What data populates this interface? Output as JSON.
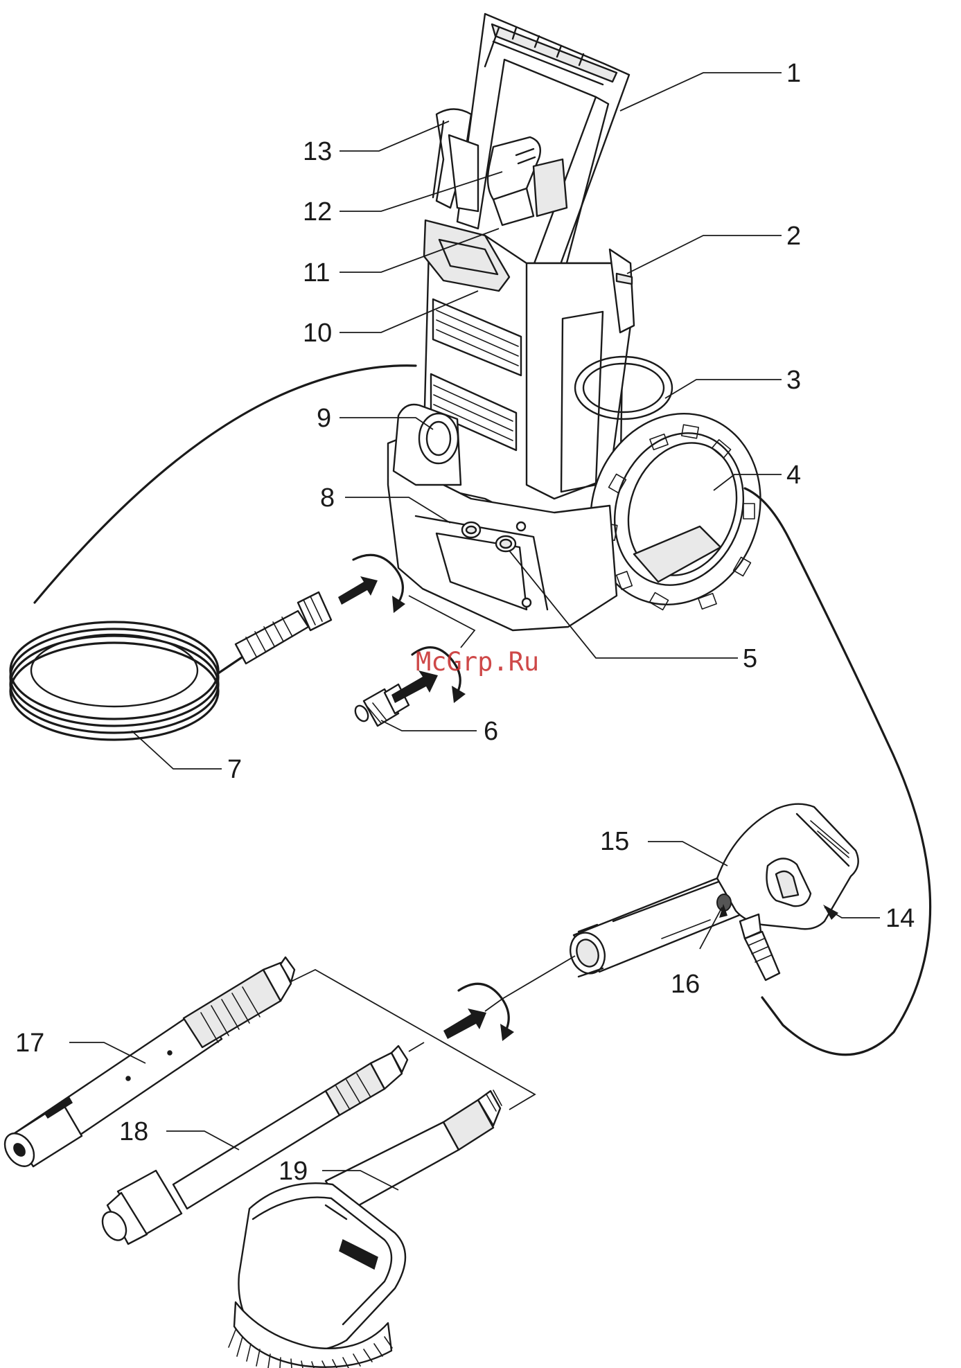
{
  "watermark": "McGrp.Ru",
  "callouts": [
    {
      "id": "1",
      "label": "1"
    },
    {
      "id": "2",
      "label": "2"
    },
    {
      "id": "3",
      "label": "3"
    },
    {
      "id": "4",
      "label": "4"
    },
    {
      "id": "5",
      "label": "5"
    },
    {
      "id": "6",
      "label": "6"
    },
    {
      "id": "7",
      "label": "7"
    },
    {
      "id": "8",
      "label": "8"
    },
    {
      "id": "9",
      "label": "9"
    },
    {
      "id": "10",
      "label": "10"
    },
    {
      "id": "11",
      "label": "11"
    },
    {
      "id": "12",
      "label": "12"
    },
    {
      "id": "13",
      "label": "13"
    },
    {
      "id": "14",
      "label": "14"
    },
    {
      "id": "15",
      "label": "15"
    },
    {
      "id": "16",
      "label": "16"
    },
    {
      "id": "17",
      "label": "17"
    },
    {
      "id": "18",
      "label": "18"
    },
    {
      "id": "19",
      "label": "19"
    }
  ]
}
